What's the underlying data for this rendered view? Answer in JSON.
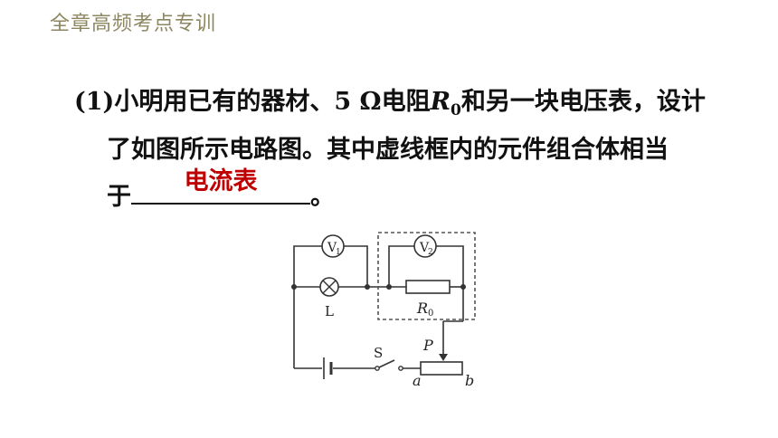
{
  "header": {
    "title": "全章高频考点专训"
  },
  "question": {
    "number": "(1)",
    "line1_a": "小明用已有的器材、5 Ω电阻",
    "r_symbol": "R",
    "r_subscript": "0",
    "line1_b": "和另一块电压表，设计",
    "line2": "了如图所示电路图。其中虚线框内的元件组合体相当",
    "line3_prefix": "于",
    "line3_suffix": "。",
    "answer": "电流表"
  },
  "circuit": {
    "v1_label": "V",
    "v1_sub": "1",
    "v2_label": "V",
    "v2_sub": "2",
    "lamp_label": "L",
    "r0_label": "R",
    "r0_sub": "0",
    "switch_label": "S",
    "slider_label": "P",
    "end_a_label": "a",
    "end_b_label": "b"
  }
}
